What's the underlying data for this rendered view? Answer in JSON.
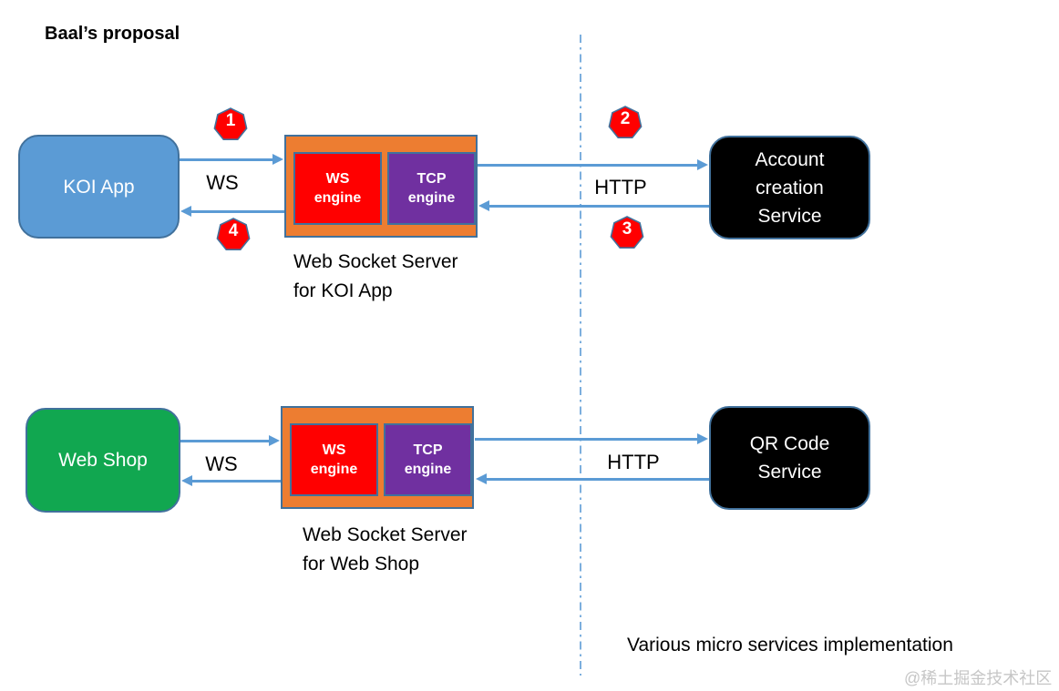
{
  "title": "Baal’s proposal",
  "row1": {
    "client_label": "KOI App",
    "protocol_client": "WS",
    "protocol_service": "HTTP",
    "badge_top_left": "1",
    "badge_top_right": "2",
    "badge_bottom_right": "3",
    "badge_bottom_left": "4",
    "ws_engine_label": "WS\nengine",
    "tcp_engine_label": "TCP\nengine",
    "caption_line1": "Web Socket Server",
    "caption_line2": "for KOI App",
    "service_lines": [
      "Account",
      "creation",
      "Service"
    ]
  },
  "row2": {
    "client_label": "Web Shop",
    "protocol_client": "WS",
    "protocol_service": "HTTP",
    "ws_engine_label": "WS\nengine",
    "tcp_engine_label": "TCP\nengine",
    "caption_line1": "Web Socket Server",
    "caption_line2": "for Web Shop",
    "service_lines": [
      "QR Code",
      "Service"
    ]
  },
  "footer_note": "Various micro services implementation",
  "watermark": "@稀土掘金技术社区",
  "colors": {
    "box-blue": "#5B9BD5",
    "box-green": "#11A750",
    "box-orange": "#ED7D31",
    "engine-red": "#FF0000",
    "engine-purple": "#7030A0",
    "box-black": "#000000",
    "border-blue": "#41719C",
    "arrow-blue": "#5B9BD5",
    "badge-red": "#FF0000",
    "watermark-gray": "#C6C6C6"
  }
}
